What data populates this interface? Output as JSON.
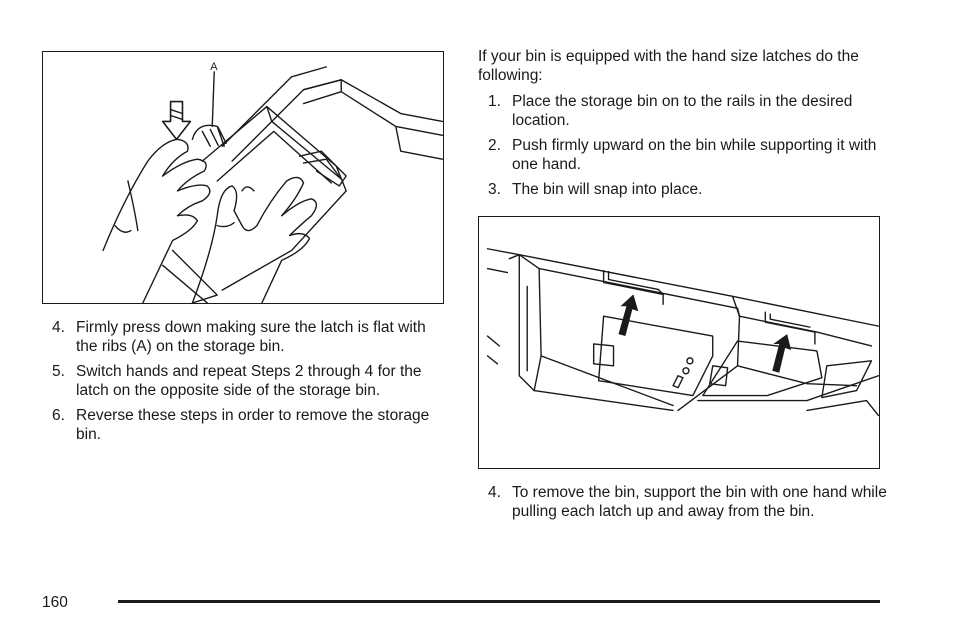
{
  "figure_left": {
    "callout_label": "A"
  },
  "left_column": {
    "steps": [
      {
        "number": "4.",
        "text": "Firmly press down making sure the latch is flat with the ribs (A) on the storage bin."
      },
      {
        "number": "5.",
        "text": "Switch hands and repeat Steps 2 through 4 for the latch on the opposite side of the storage bin."
      },
      {
        "number": "6.",
        "text": "Reverse these steps in order to remove the storage bin."
      }
    ]
  },
  "right_column": {
    "intro": "If your bin is equipped with the hand size latches do the following:",
    "steps": [
      {
        "number": "1.",
        "text": "Place the storage bin on to the rails in the desired location."
      },
      {
        "number": "2.",
        "text": "Push firmly upward on the bin while supporting it with one hand."
      },
      {
        "number": "3.",
        "text": "The bin will snap into place."
      }
    ],
    "steps_after_figure": [
      {
        "number": "4.",
        "text": "To remove the bin, support the bin with one hand while pulling each latch up and away from the bin."
      }
    ]
  },
  "footer": {
    "page_number": "160"
  }
}
